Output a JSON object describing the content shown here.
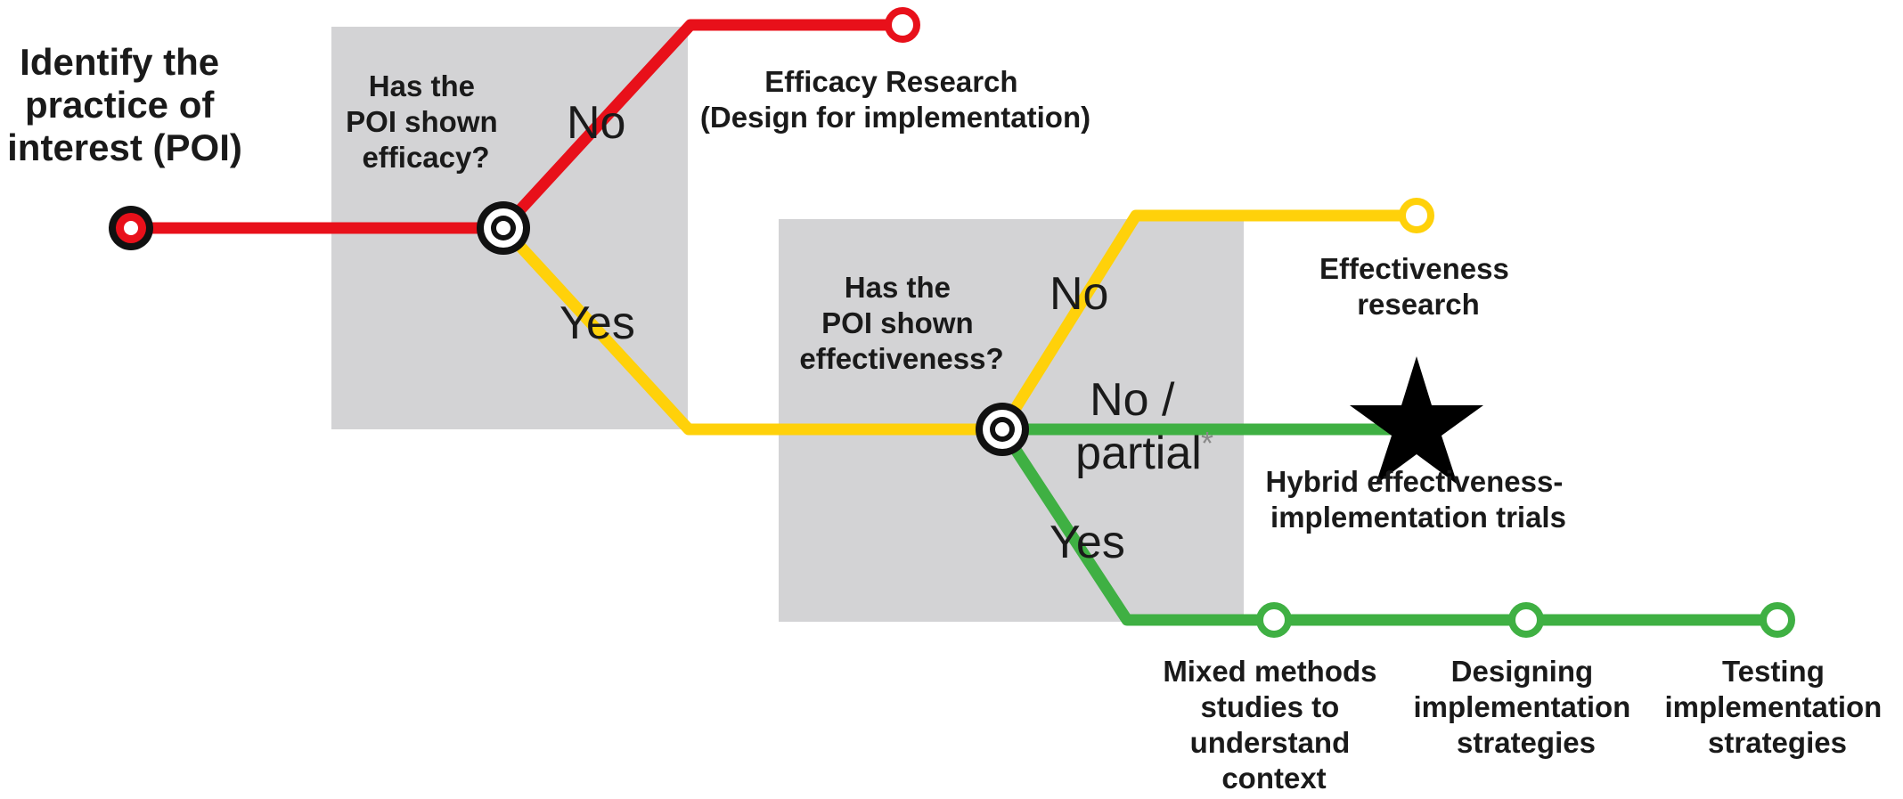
{
  "start": {
    "title": [
      "Identify the",
      "practice of",
      "interest (POI)"
    ]
  },
  "questions": {
    "efficacy": [
      "Has the",
      "POI shown",
      "efficacy?"
    ],
    "effectiveness": [
      "Has the",
      "POI shown",
      "effectiveness?"
    ]
  },
  "branches": {
    "efficacy_no": "No",
    "efficacy_yes": "Yes",
    "effectiveness_no": "No",
    "partial": [
      "No /",
      "partial"
    ],
    "partial_mark": "*",
    "effectiveness_yes": "Yes"
  },
  "outcomes": {
    "efficacy_research": [
      "Efficacy Research",
      "(Design for implementation)"
    ],
    "effectiveness_research": [
      "Effectiveness",
      "research"
    ],
    "hybrid": [
      "Hybrid effectiveness-",
      "implementation trials"
    ],
    "mixed_methods": [
      "Mixed methods",
      "studies to",
      "understand",
      "context"
    ],
    "designing": [
      "Designing",
      "implementation",
      "strategies"
    ],
    "testing": [
      "Testing",
      "implementation",
      "strategies"
    ]
  },
  "colors": {
    "red": "#e8101a",
    "yellow": "#ffd10a",
    "green": "#3fb043",
    "box": "#d3d3d5",
    "star": "#000000"
  }
}
